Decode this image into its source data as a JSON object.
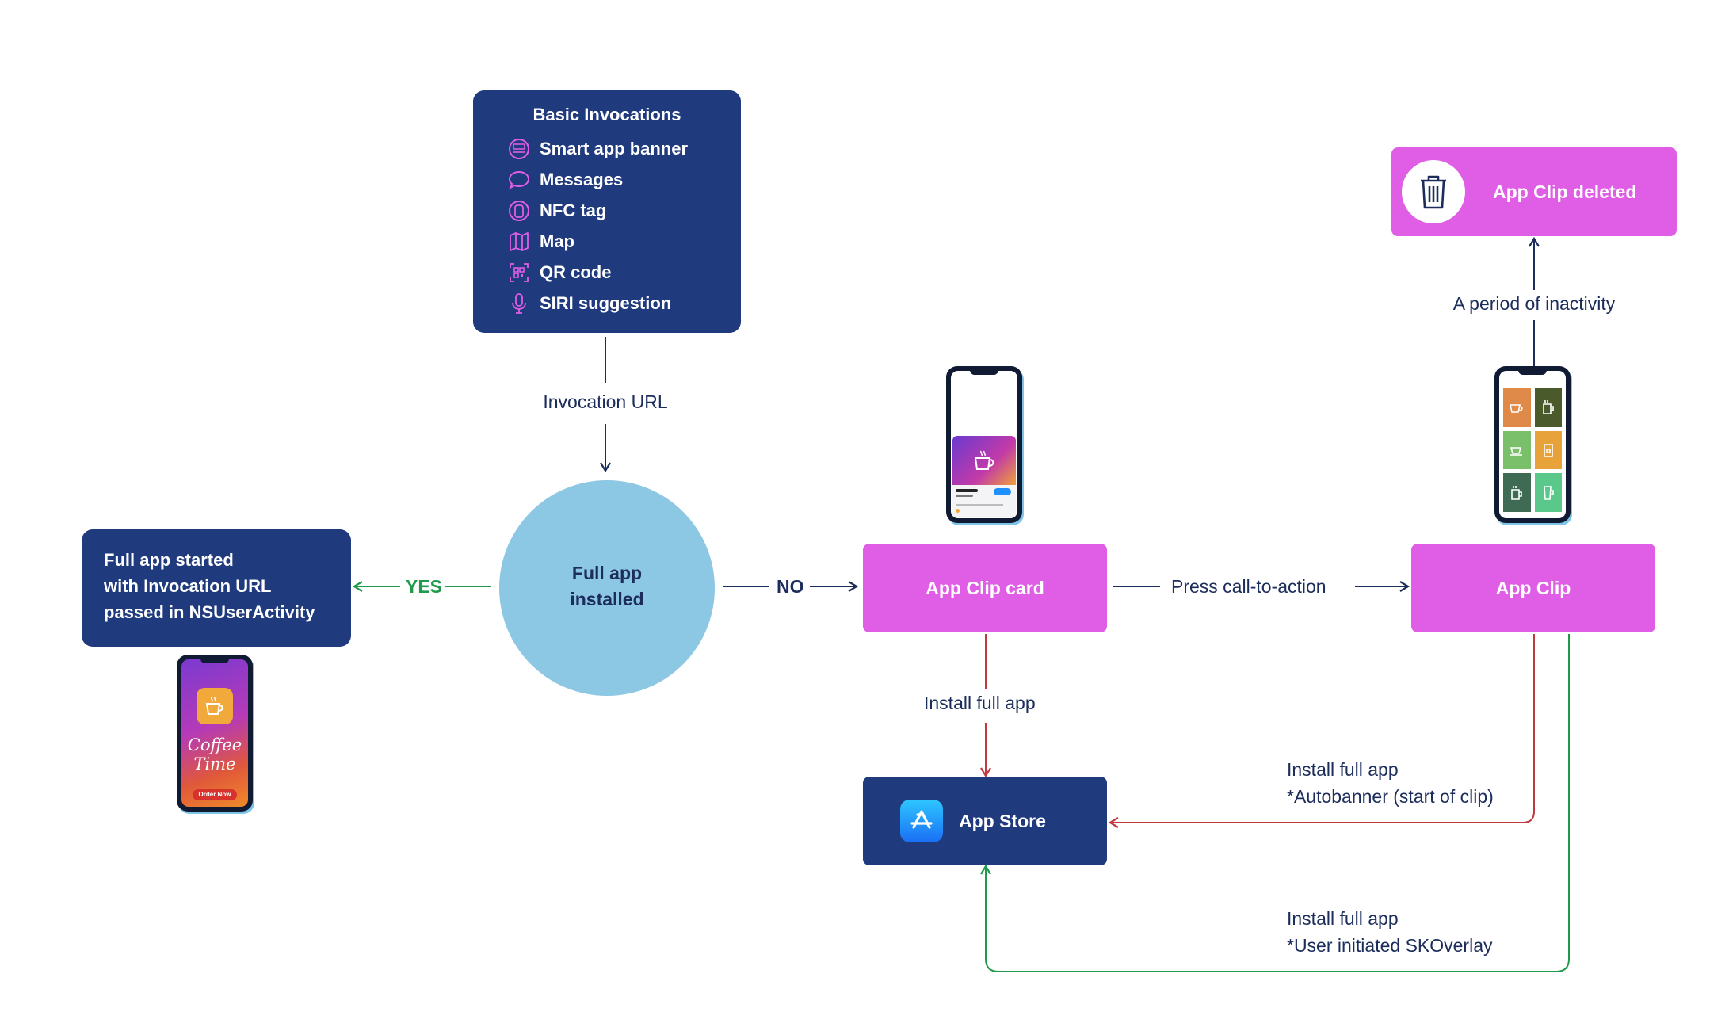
{
  "invocations": {
    "title": "Basic Invocations",
    "items": [
      {
        "label": "Smart app banner",
        "icon": "banner-icon"
      },
      {
        "label": "Messages",
        "icon": "message-icon"
      },
      {
        "label": "NFC tag",
        "icon": "nfc-icon"
      },
      {
        "label": "Map",
        "icon": "map-icon"
      },
      {
        "label": "QR code",
        "icon": "qr-code-icon"
      },
      {
        "label": "SIRI suggestion",
        "icon": "microphone-icon"
      }
    ]
  },
  "labels": {
    "invocation_url": "Invocation URL",
    "yes": "YES",
    "no": "NO",
    "press_cta": "Press call-to-action",
    "install_full_app": "Install full app",
    "autobanner_line1": "Install full app",
    "autobanner_line2": "*Autobanner (start of clip)",
    "skoverlay_line1": "Install full app",
    "skoverlay_line2": "*User initiated SKOverlay",
    "inactivity": "A period of inactivity"
  },
  "nodes": {
    "full_app_installed": "Full app\ninstalled",
    "full_app_started": "Full app started\nwith Invocation URL\npassed in NSUserActivity",
    "app_clip_card": "App Clip card",
    "app_clip": "App Clip",
    "app_store": "App Store",
    "app_clip_deleted": "App Clip deleted"
  },
  "phone_text": {
    "coffee_title": "Coffee\nTime",
    "order_now": "Order Now"
  },
  "colors": {
    "navy": "#1f3a7d",
    "pink": "#e05ee6",
    "circle": "#8cc7e4",
    "red_arrow": "#c0393f",
    "green_arrow": "#1e9a4a",
    "dark_arrow": "#1c2d5c"
  }
}
